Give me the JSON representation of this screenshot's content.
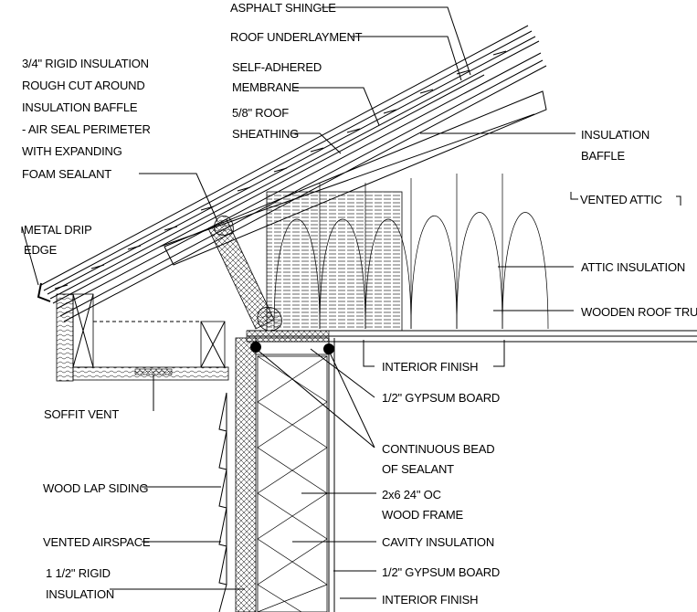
{
  "labels": {
    "asphalt_shingle": "ASPHALT SHINGLE",
    "roof_underlayment": "ROOF UNDERLAYMENT",
    "rigid_insulation_baffle": [
      "3/4\" RIGID INSULATION",
      "ROUGH CUT AROUND",
      "INSULATION BAFFLE",
      "- AIR SEAL PERIMETER",
      "WITH EXPANDING",
      "FOAM SEALANT"
    ],
    "self_adhered_membrane": [
      "SELF-ADHERED",
      "MEMBRANE"
    ],
    "roof_sheathing": [
      "5/8\" ROOF",
      "SHEATHING"
    ],
    "insulation_baffle": [
      "INSULATION",
      "BAFFLE"
    ],
    "vented_attic": "VENTED ATTIC",
    "metal_drip_edge": [
      "METAL DRIP",
      "EDGE"
    ],
    "attic_insulation": "ATTIC INSULATION",
    "wooden_roof_truss": "WOODEN ROOF TRUSS",
    "interior_finish_ceiling": "INTERIOR FINISH",
    "gypsum_board_ceiling": "1/2\" GYPSUM BOARD",
    "soffit_vent": "SOFFIT VENT",
    "continuous_bead": [
      "CONTINUOUS BEAD",
      "OF SEALANT"
    ],
    "wood_lap_siding": "WOOD LAP SIDING",
    "wood_frame": [
      "2x6 24\" OC",
      "WOOD FRAME"
    ],
    "vented_airspace": "VENTED AIRSPACE",
    "cavity_insulation": "CAVITY INSULATION",
    "rigid_insulation_wall": [
      "1 1/2\" RIGID",
      "INSULATION"
    ],
    "gypsum_board_wall": "1/2\" GYPSUM BOARD",
    "interior_finish_wall": "INTERIOR FINISH"
  }
}
